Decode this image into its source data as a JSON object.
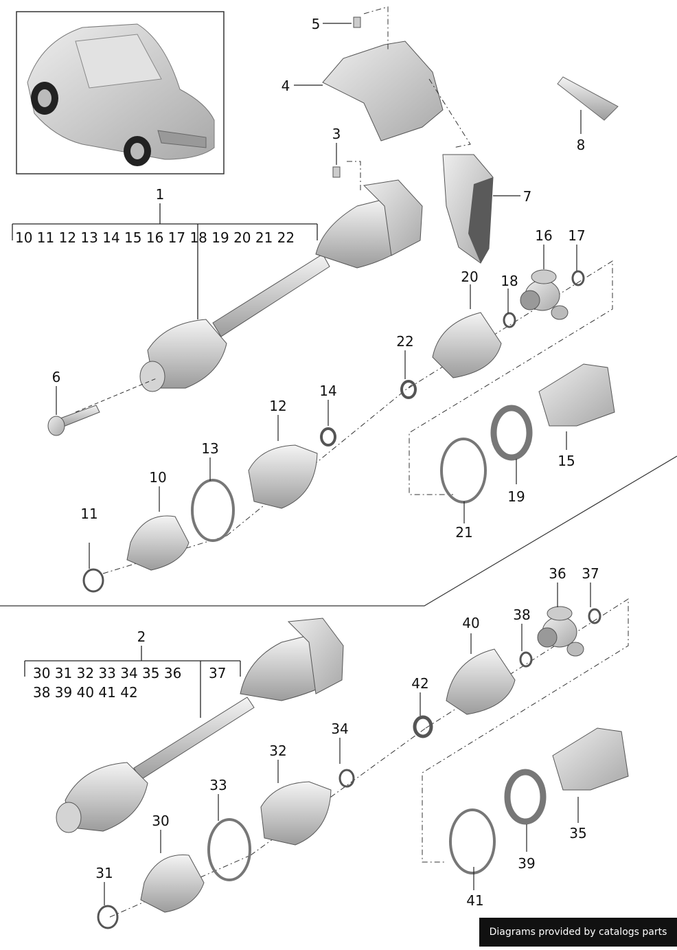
{
  "diagram": {
    "callouts": [
      {
        "id": "c1",
        "label": "1"
      },
      {
        "id": "c2",
        "label": "2"
      },
      {
        "id": "c3",
        "label": "3"
      },
      {
        "id": "c4",
        "label": "4"
      },
      {
        "id": "c5",
        "label": "5"
      },
      {
        "id": "c6",
        "label": "6"
      },
      {
        "id": "c7",
        "label": "7"
      },
      {
        "id": "c8",
        "label": "8"
      },
      {
        "id": "c10",
        "label": "10"
      },
      {
        "id": "c11",
        "label": "11"
      },
      {
        "id": "c12",
        "label": "12"
      },
      {
        "id": "c13",
        "label": "13"
      },
      {
        "id": "c14",
        "label": "14"
      },
      {
        "id": "c15",
        "label": "15"
      },
      {
        "id": "c16",
        "label": "16"
      },
      {
        "id": "c17",
        "label": "17"
      },
      {
        "id": "c18",
        "label": "18"
      },
      {
        "id": "c19",
        "label": "19"
      },
      {
        "id": "c20",
        "label": "20"
      },
      {
        "id": "c21",
        "label": "21"
      },
      {
        "id": "c22",
        "label": "22"
      },
      {
        "id": "c30",
        "label": "30"
      },
      {
        "id": "c31",
        "label": "31"
      },
      {
        "id": "c32",
        "label": "32"
      },
      {
        "id": "c33",
        "label": "33"
      },
      {
        "id": "c34",
        "label": "34"
      },
      {
        "id": "c35",
        "label": "35"
      },
      {
        "id": "c36",
        "label": "36"
      },
      {
        "id": "c37",
        "label": "37"
      },
      {
        "id": "c38",
        "label": "38"
      },
      {
        "id": "c39",
        "label": "39"
      },
      {
        "id": "c40",
        "label": "40"
      },
      {
        "id": "c41",
        "label": "41"
      },
      {
        "id": "c42",
        "label": "42"
      }
    ],
    "group1_items": "10 11 12 13 14 15 16 17 18 19 20 21 22",
    "group2_items_line1": "30 31 32 33 34 35 36",
    "group2_items_extra": "37",
    "group2_items_line2": "38 39 40 41 42"
  },
  "footer": {
    "credit": "Diagrams provided by catalogs parts"
  }
}
